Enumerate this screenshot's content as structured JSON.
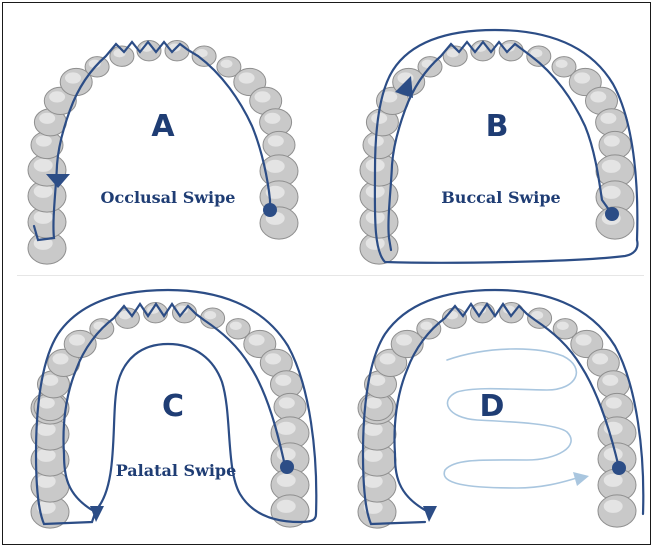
{
  "panels": [
    {
      "letter": "A",
      "caption": "Occlusal Swipe"
    },
    {
      "letter": "B",
      "caption": "Buccal Swipe"
    },
    {
      "letter": "C",
      "caption": "Palatal Swipe"
    },
    {
      "letter": "D",
      "caption": ""
    }
  ],
  "colors": {
    "stroke": "#2c4d86",
    "text": "#1f3d74",
    "tooth_fill": "#c9c9c9",
    "tooth_edge": "#8f8f8f",
    "light_stroke": "#a9c6df"
  }
}
